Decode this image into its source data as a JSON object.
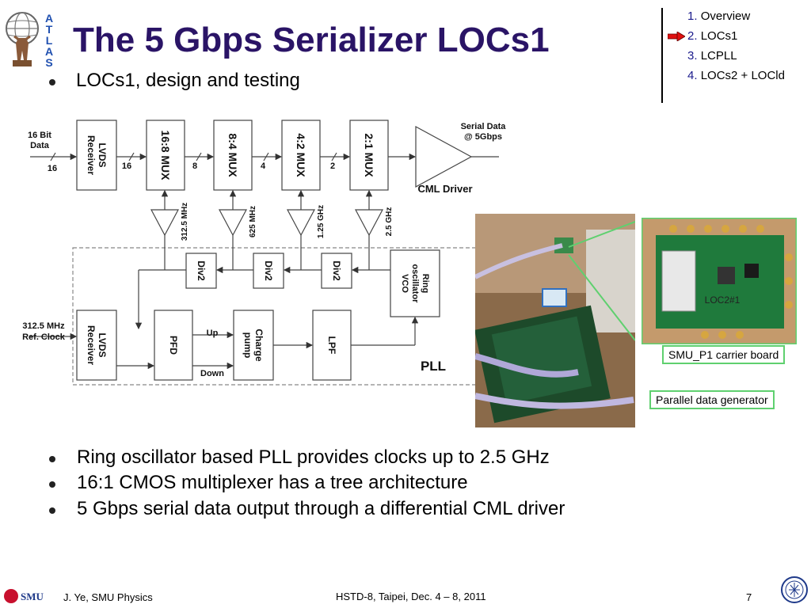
{
  "header": {
    "title": "The 5 Gbps Serializer LOCs1",
    "subtitle": "LOCs1, design and testing"
  },
  "nav": [
    {
      "num": "1.",
      "label": "Overview",
      "current": false
    },
    {
      "num": "2.",
      "label": "LOCs1",
      "current": true
    },
    {
      "num": "3.",
      "label": "LCPLL",
      "current": false
    },
    {
      "num": "4.",
      "label": "LOCs2 + LOCld",
      "current": false
    }
  ],
  "logo_letters": [
    "A",
    "T",
    "L",
    "A",
    "S"
  ],
  "diagram": {
    "input_label_1": "16 Bit",
    "input_label_2": "Data",
    "input_bus": "16",
    "lvds_rx_1": "LVDS",
    "lvds_rx_2": "Receiver",
    "mux16": "16:8 MUX",
    "mux8": "8:4 MUX",
    "mux4": "4:2 MUX",
    "mux2": "2:1 MUX",
    "bus16": "16",
    "bus8": "8",
    "bus4": "4",
    "bus2": "2",
    "serial_1": "Serial Data",
    "serial_2": "@ 5Gbps",
    "cml": "CML Driver",
    "freq1": "312.5 MHz",
    "freq2": "625 MHz",
    "freq3": "1.25 GHz",
    "freq4": "2.5 GHz",
    "div2": "Div2",
    "vco_1": "Ring",
    "vco_2": "oscillator",
    "vco_3": "VCO",
    "ref_1": "312.5 MHz",
    "ref_2": "Ref. Clock",
    "pfd": "PFD",
    "up": "Up",
    "down": "Down",
    "cp_1": "Charge",
    "cp_2": "pump",
    "lpf": "LPF",
    "pll": "PLL"
  },
  "photo": {
    "inset_board_label": "LOC2#1",
    "callout_carrier": "SMU_P1 carrier board",
    "callout_generator": "Parallel data generator"
  },
  "bullets": [
    "Ring oscillator based PLL provides clocks up to 2.5 GHz",
    "16:1 CMOS multiplexer has a tree architecture",
    "5 Gbps serial data output through a differential CML driver"
  ],
  "footer": {
    "logo_text": "SMU",
    "author": "J. Ye, SMU Physics",
    "event": "HSTD-8, Taipei, Dec. 4 – 8, 2011",
    "page": "7"
  },
  "colors": {
    "title": "#2a1466",
    "nav_number": "#1a1a8c",
    "nav_arrow": "#e01010",
    "callout_border": "#5fd06f",
    "smu_red": "#c8102e",
    "atlas_blue": "#2050b0"
  },
  "icons": {
    "logo": "atlas-logo",
    "nav_arrow": "red-arrow-icon",
    "seal": "university-seal",
    "smu": "smu-logo"
  }
}
